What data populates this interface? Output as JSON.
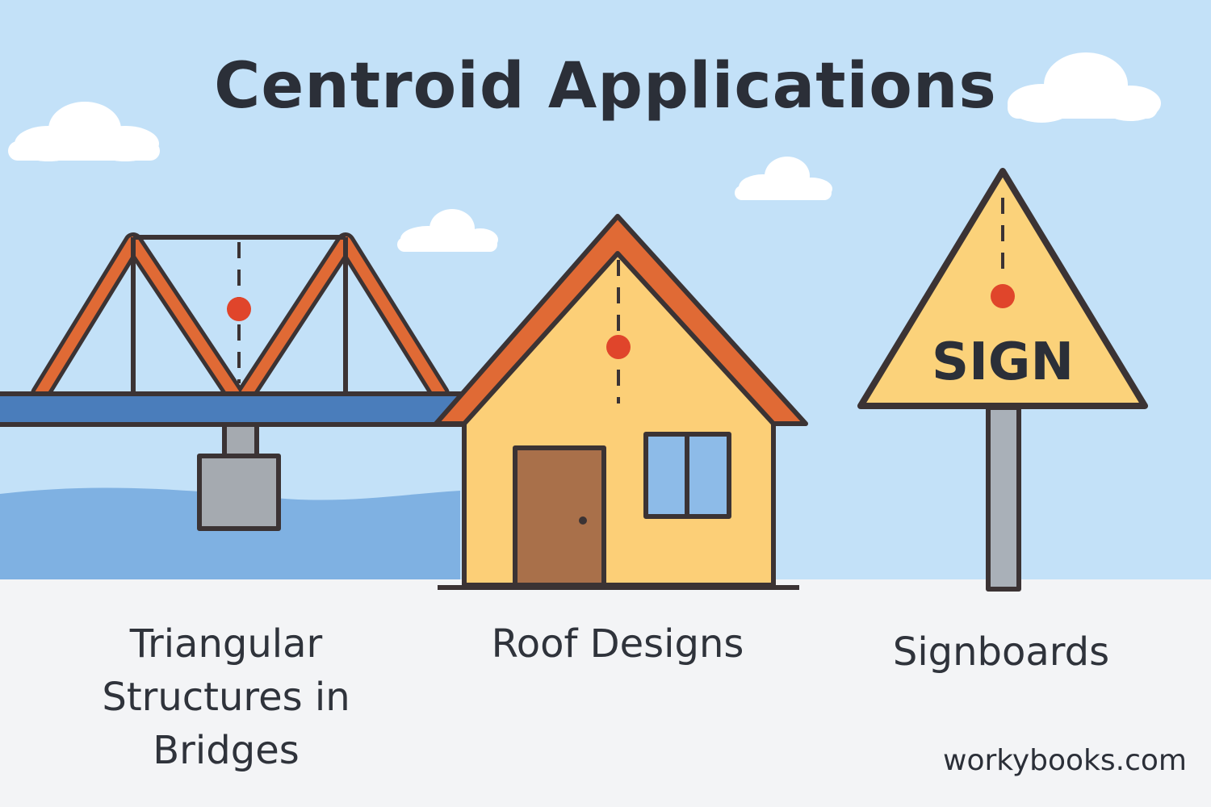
{
  "title": "Centroid Applications",
  "captions": {
    "bridge": "Triangular Structures in Bridges",
    "roof": "Roof Designs",
    "sign": "Signboards"
  },
  "sign_text": "SIGN",
  "footer": "workybooks.com",
  "colors": {
    "sky": "#c3e1f8",
    "ground": "#f3f4f6",
    "water": "#7fb1e2",
    "outline": "#3b3334",
    "roof_orange": "#e06a35",
    "house_wall": "#fccf77",
    "door": "#a9704a",
    "window": "#8dbbe8",
    "bridge_deck": "#4a7dbb",
    "pier": "#a5aab0",
    "centroid_dot": "#e0452b",
    "sign_fill": "#fbd27a",
    "sign_pole": "#a9b0b8"
  }
}
